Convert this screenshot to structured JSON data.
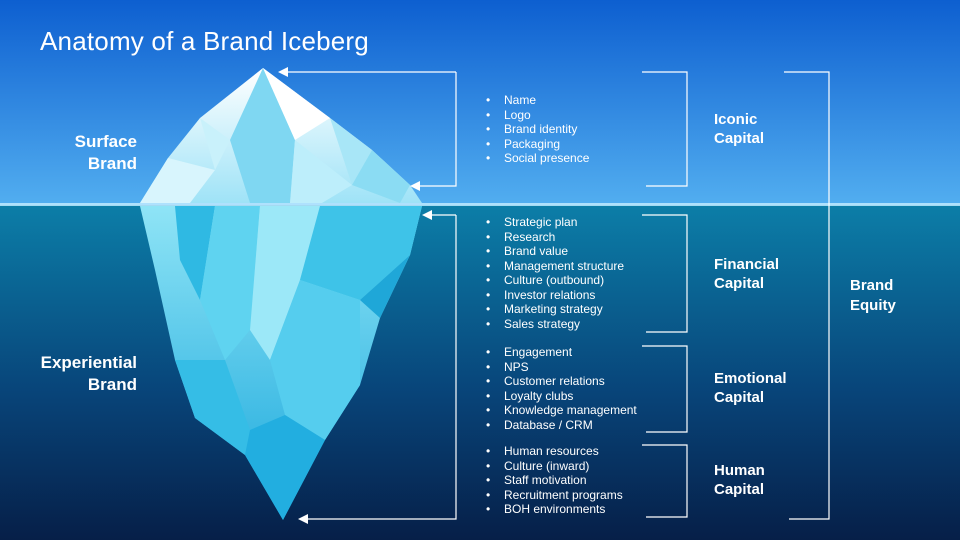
{
  "title": "Anatomy of a Brand Iceberg",
  "left_labels": {
    "surface": [
      "Surface",
      "Brand"
    ],
    "experiential": [
      "Experiential",
      "Brand"
    ]
  },
  "groups": [
    {
      "items": [
        "Name",
        "Logo",
        "Brand identity",
        "Packaging",
        "Social presence"
      ],
      "capital": [
        "Iconic",
        "Capital"
      ]
    },
    {
      "items": [
        "Strategic plan",
        "Research",
        "Brand value",
        "Management structure",
        "Culture (outbound)",
        "Investor relations",
        "Marketing strategy",
        "Sales strategy"
      ],
      "capital": [
        "Financial",
        "Capital"
      ]
    },
    {
      "items": [
        "Engagement",
        "NPS",
        "Customer relations",
        "Loyalty clubs",
        "Knowledge management",
        "Database / CRM"
      ],
      "capital": [
        "Emotional",
        "Capital"
      ]
    },
    {
      "items": [
        "Human resources",
        "Culture (inward)",
        "Staff motivation",
        "Recruitment  programs",
        "BOH environments"
      ],
      "capital": [
        "Human",
        "Capital"
      ]
    }
  ],
  "equity": [
    "Brand",
    "Equity"
  ],
  "colors": {
    "sky_top": "#0d5fd0",
    "sky_bottom": "#4aa6ee",
    "sea_top": "#0b7aa3",
    "sea_bottom": "#06234e",
    "ice_light": "#e6f8ff",
    "ice_dark": "#2ab9df"
  }
}
